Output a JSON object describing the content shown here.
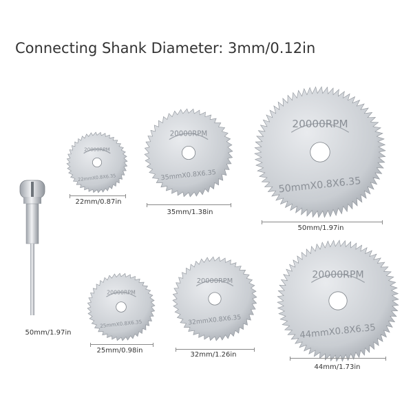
{
  "title": "Connecting Shank Diameter: 3mm/0.12in",
  "shank": {
    "label": "50mm/1.97in"
  },
  "blades": [
    {
      "id": "22",
      "label": "22mm/0.87in",
      "rpm": "20000RPM",
      "spec": "22mmX0.8X6.35"
    },
    {
      "id": "35",
      "label": "35mm/1.38in",
      "rpm": "20000RPM",
      "spec": "35mmX0.8X6.35"
    },
    {
      "id": "50",
      "label": "50mm/1.97in",
      "rpm": "20000RPM",
      "spec": "50mmX0.8X6.35"
    },
    {
      "id": "25",
      "label": "25mm/0.98in",
      "rpm": "20000RPM",
      "spec": "25mmX0.8X6.35"
    },
    {
      "id": "32",
      "label": "32mm/1.26in",
      "rpm": "20000RPM",
      "spec": "32mmX0.8X6.35"
    },
    {
      "id": "44",
      "label": "44mm/1.73in",
      "rpm": "20000RPM",
      "spec": "44mmX0.8X6.35"
    }
  ],
  "colors": {
    "steel_light": "#e9ebee",
    "steel_mid": "#c9cdd2",
    "steel_dark": "#9ea3aa",
    "text": "#333333"
  }
}
